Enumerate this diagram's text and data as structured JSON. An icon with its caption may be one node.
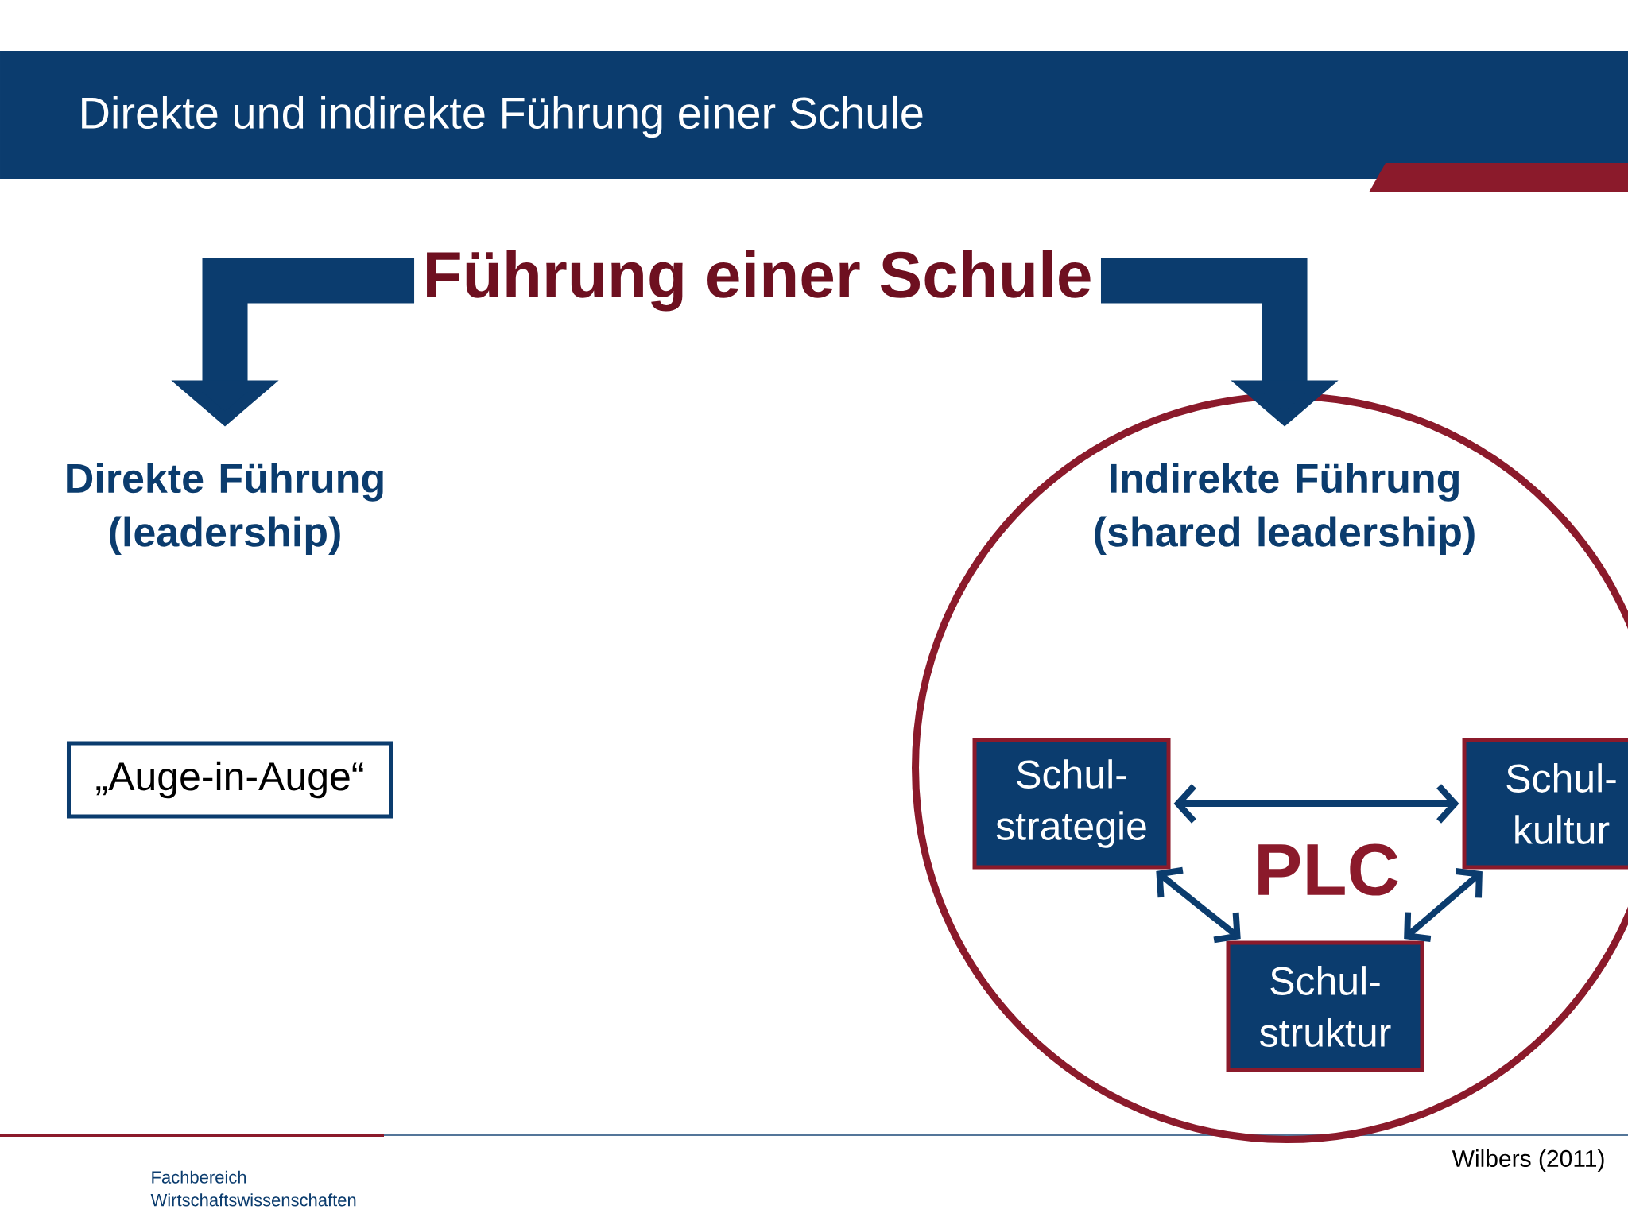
{
  "diagram": {
    "title": "Direkte und indirekte Führung einer Schule",
    "nodes": [
      {
        "text": [
          "Führung einer Schule"
        ]
      },
      {
        "text": [
          "Direkte Führung (leadership)"
        ]
      },
      {
        "text": [],
        "shape": "circle"
      },
      {
        "text": [
          "Indirekte Führung (shared leadership)"
        ],
        "in": 2
      },
      {
        "text": [
          "„Auge-in-Auge“"
        ]
      },
      {
        "text": [
          "Schul- strategie"
        ],
        "in": 2
      },
      {
        "text": [
          "Schul- kultur"
        ],
        "in": 2
      },
      {
        "text": [
          "Schul- struktur"
        ],
        "in": 2
      }
    ],
    "edges": [
      {
        "from": 0,
        "to": 1,
        "arrow": "to",
        "style": "thick"
      },
      {
        "from": 0,
        "to": 3,
        "arrow": "to",
        "style": "thick"
      },
      {
        "from": 5,
        "to": 6,
        "arrow": "both"
      },
      {
        "from": 5,
        "to": 7,
        "arrow": "both"
      },
      {
        "from": 7,
        "to": 6,
        "arrow": "both"
      }
    ],
    "labels": [
      "PLC",
      "Fachbereich Wirtschaftswissenschaften",
      "Wilbers (2011)"
    ]
  }
}
